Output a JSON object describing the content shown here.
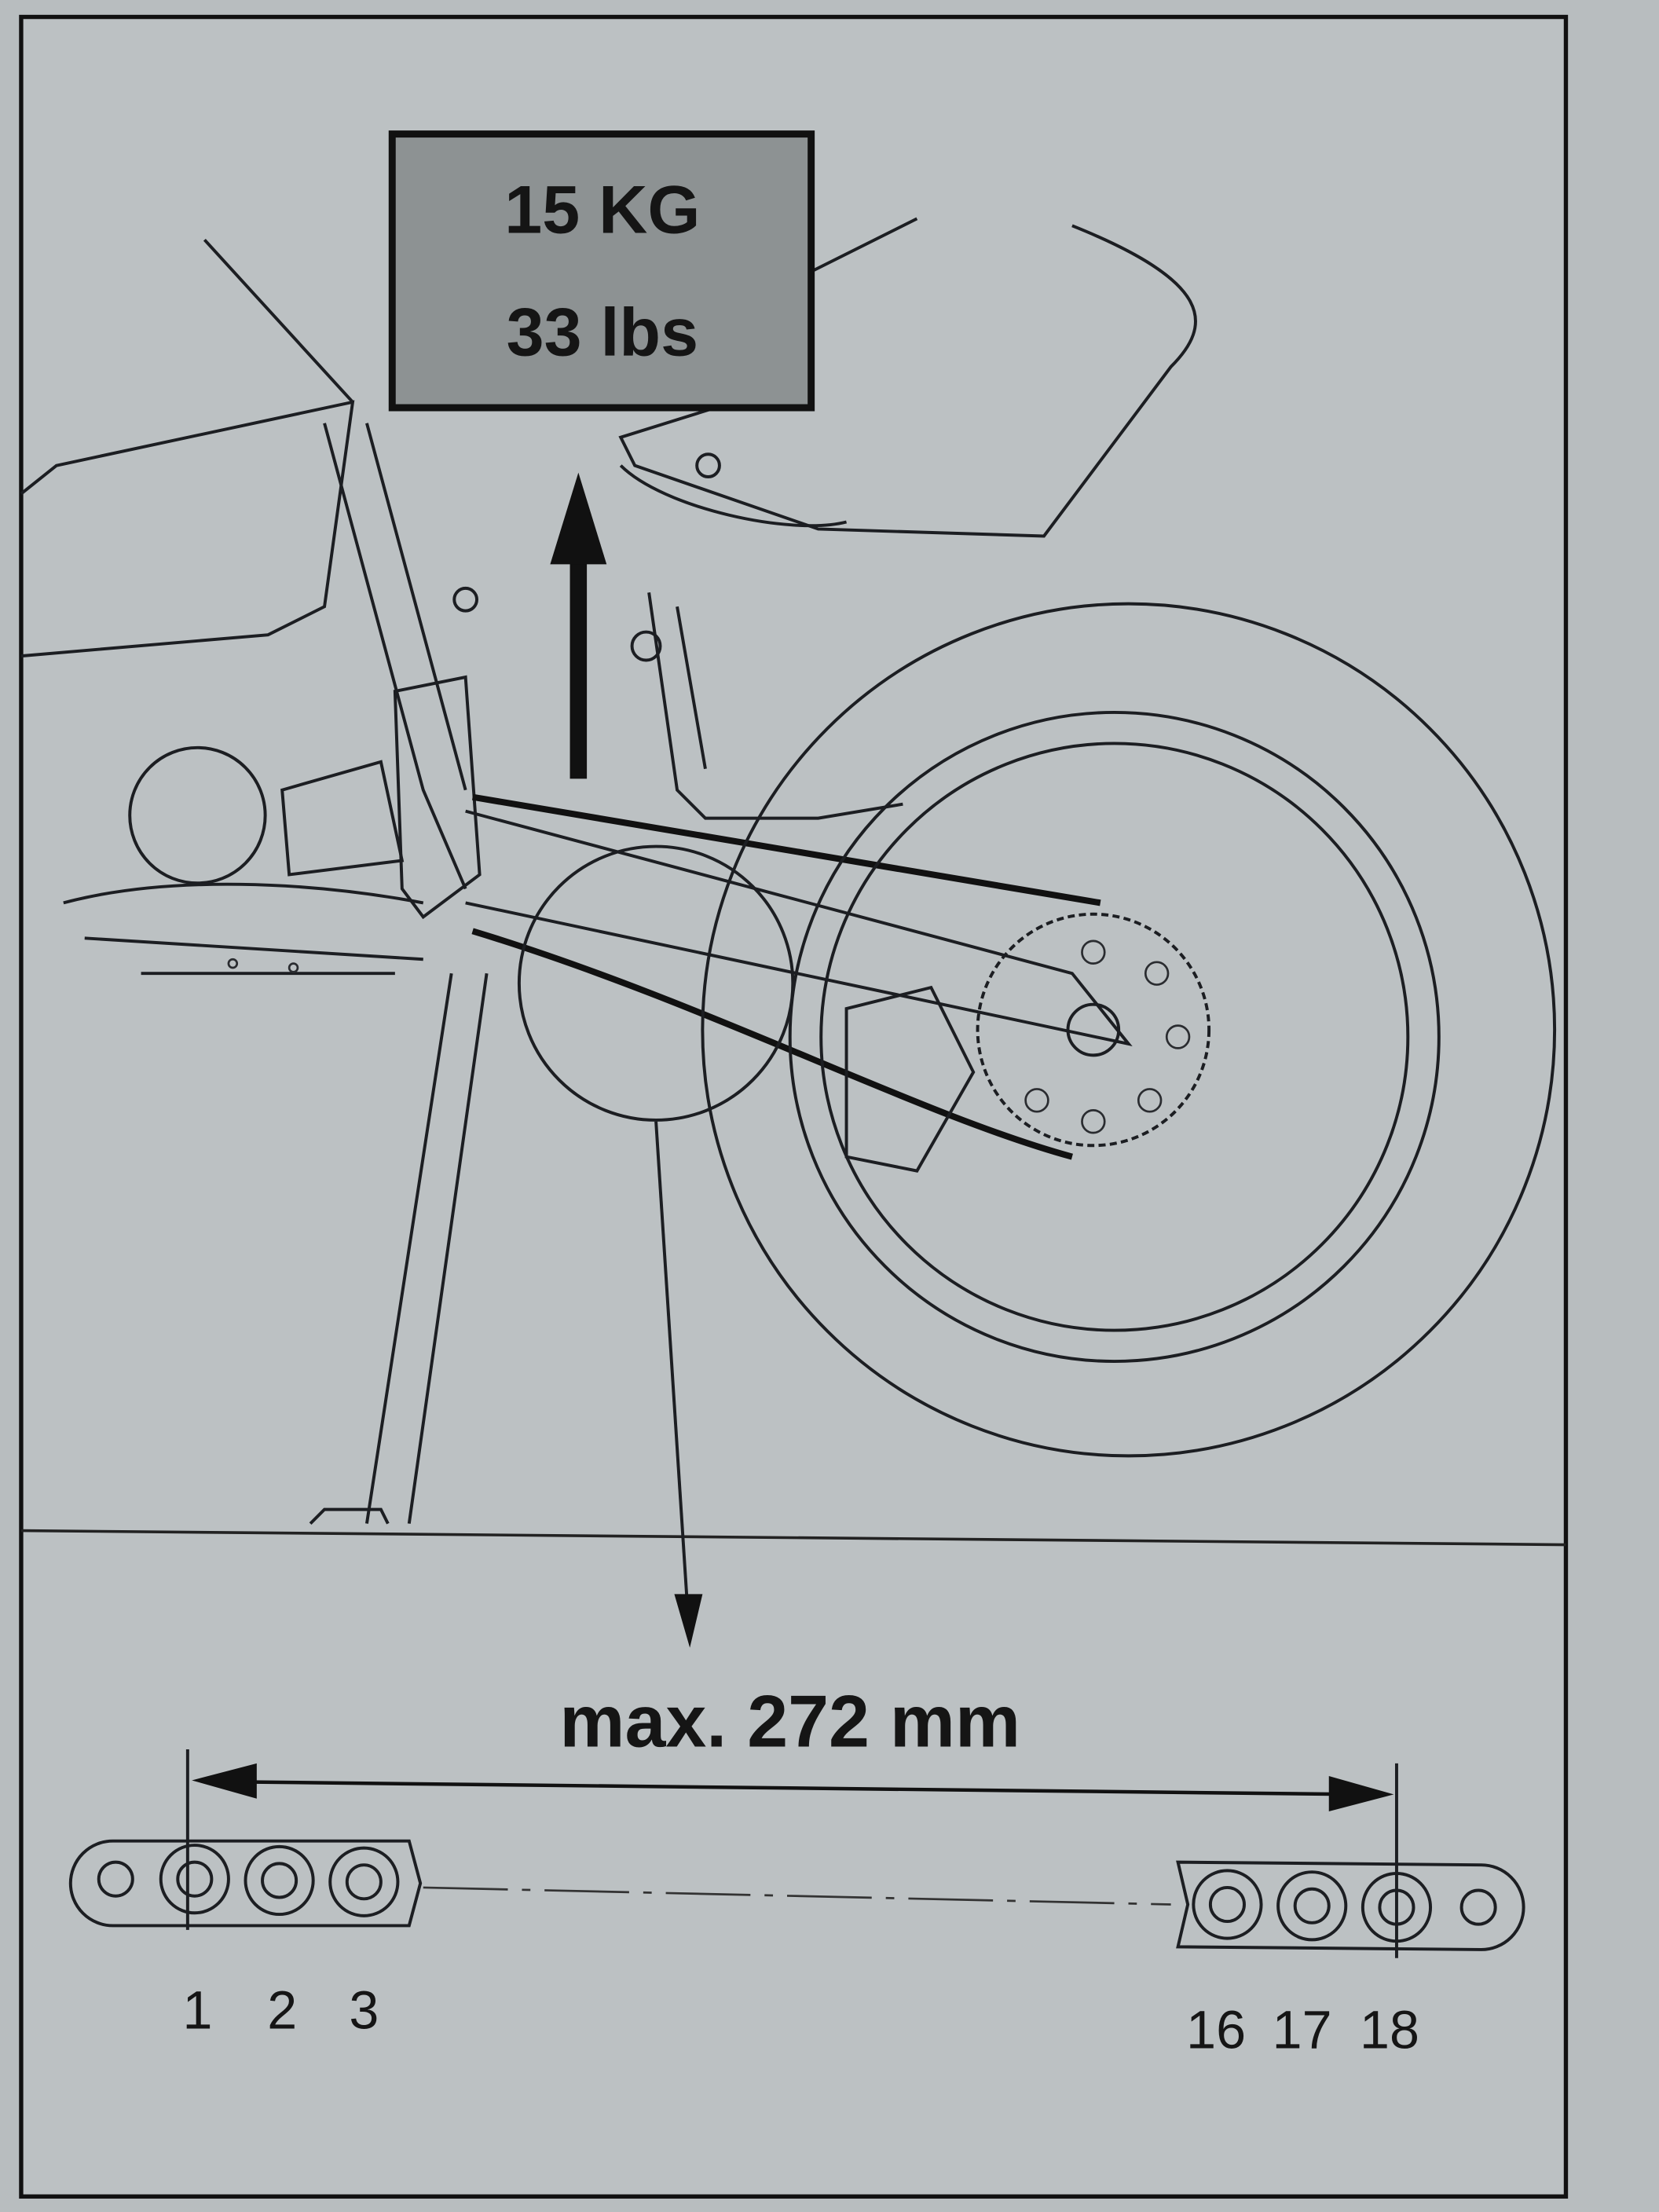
{
  "figure": {
    "weight_label_kg": "15 KG",
    "weight_label_lbs": "33 lbs",
    "measurement_label": "max. 272 mm",
    "chain_pin_labels_left": [
      "1",
      "2",
      "3"
    ],
    "chain_pin_labels_right": [
      "16",
      "17",
      "18"
    ]
  },
  "colors": {
    "paper": "#b8bdbf",
    "weight_box_fill": "#8d9293",
    "ink": "#151515"
  }
}
